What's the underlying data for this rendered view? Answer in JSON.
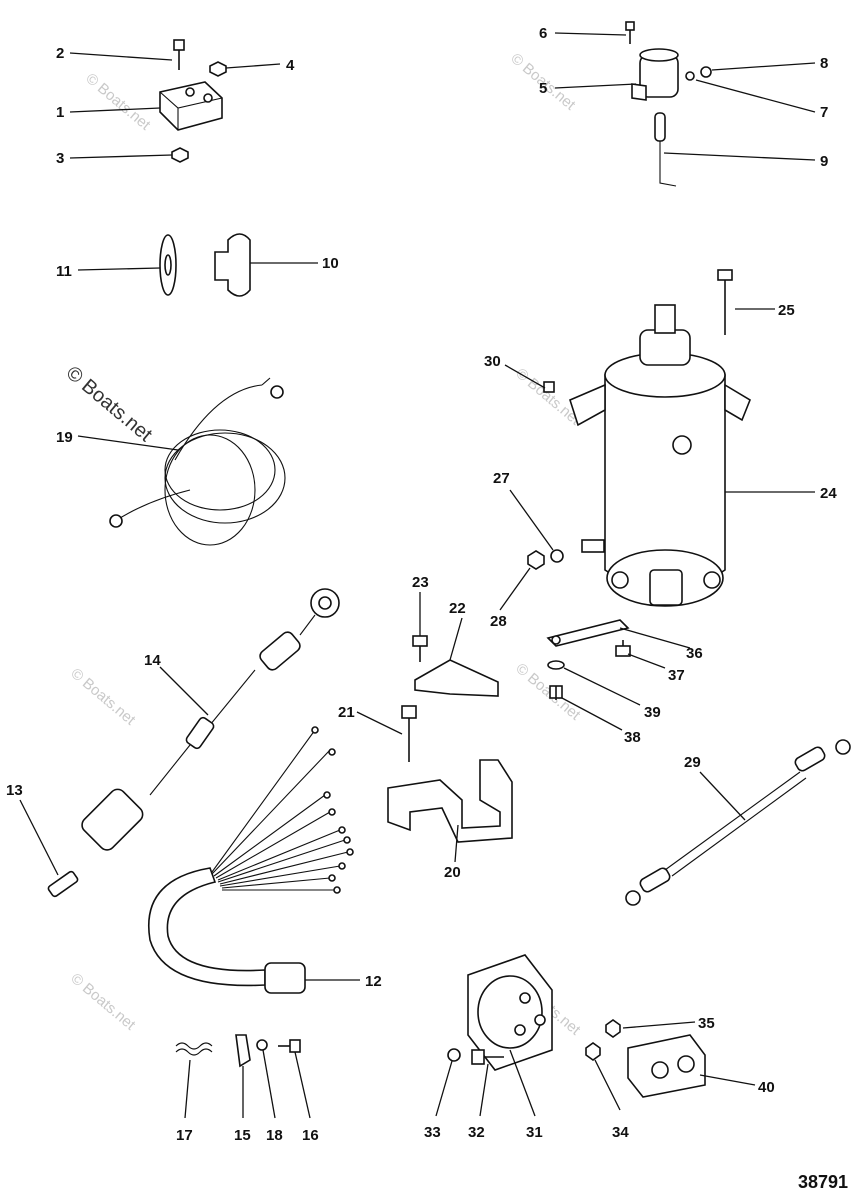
{
  "callouts": {
    "n1": "1",
    "n2": "2",
    "n3": "3",
    "n4": "4",
    "n5": "5",
    "n6": "6",
    "n7": "7",
    "n8": "8",
    "n9": "9",
    "n10": "10",
    "n11": "11",
    "n12": "12",
    "n13": "13",
    "n14": "14",
    "n15": "15",
    "n16": "16",
    "n17": "17",
    "n18": "18",
    "n19": "19",
    "n20": "20",
    "n21": "21",
    "n22": "22",
    "n23": "23",
    "n24": "24",
    "n25": "25",
    "n27": "27",
    "n28": "28",
    "n29": "29",
    "n30": "30",
    "n31": "31",
    "n32": "32",
    "n33": "33",
    "n34": "34",
    "n35": "35",
    "n36": "36",
    "n37": "37",
    "n38": "38",
    "n39": "39",
    "n40": "40"
  },
  "watermark": "© Boats.net",
  "diagram_code": "38791"
}
